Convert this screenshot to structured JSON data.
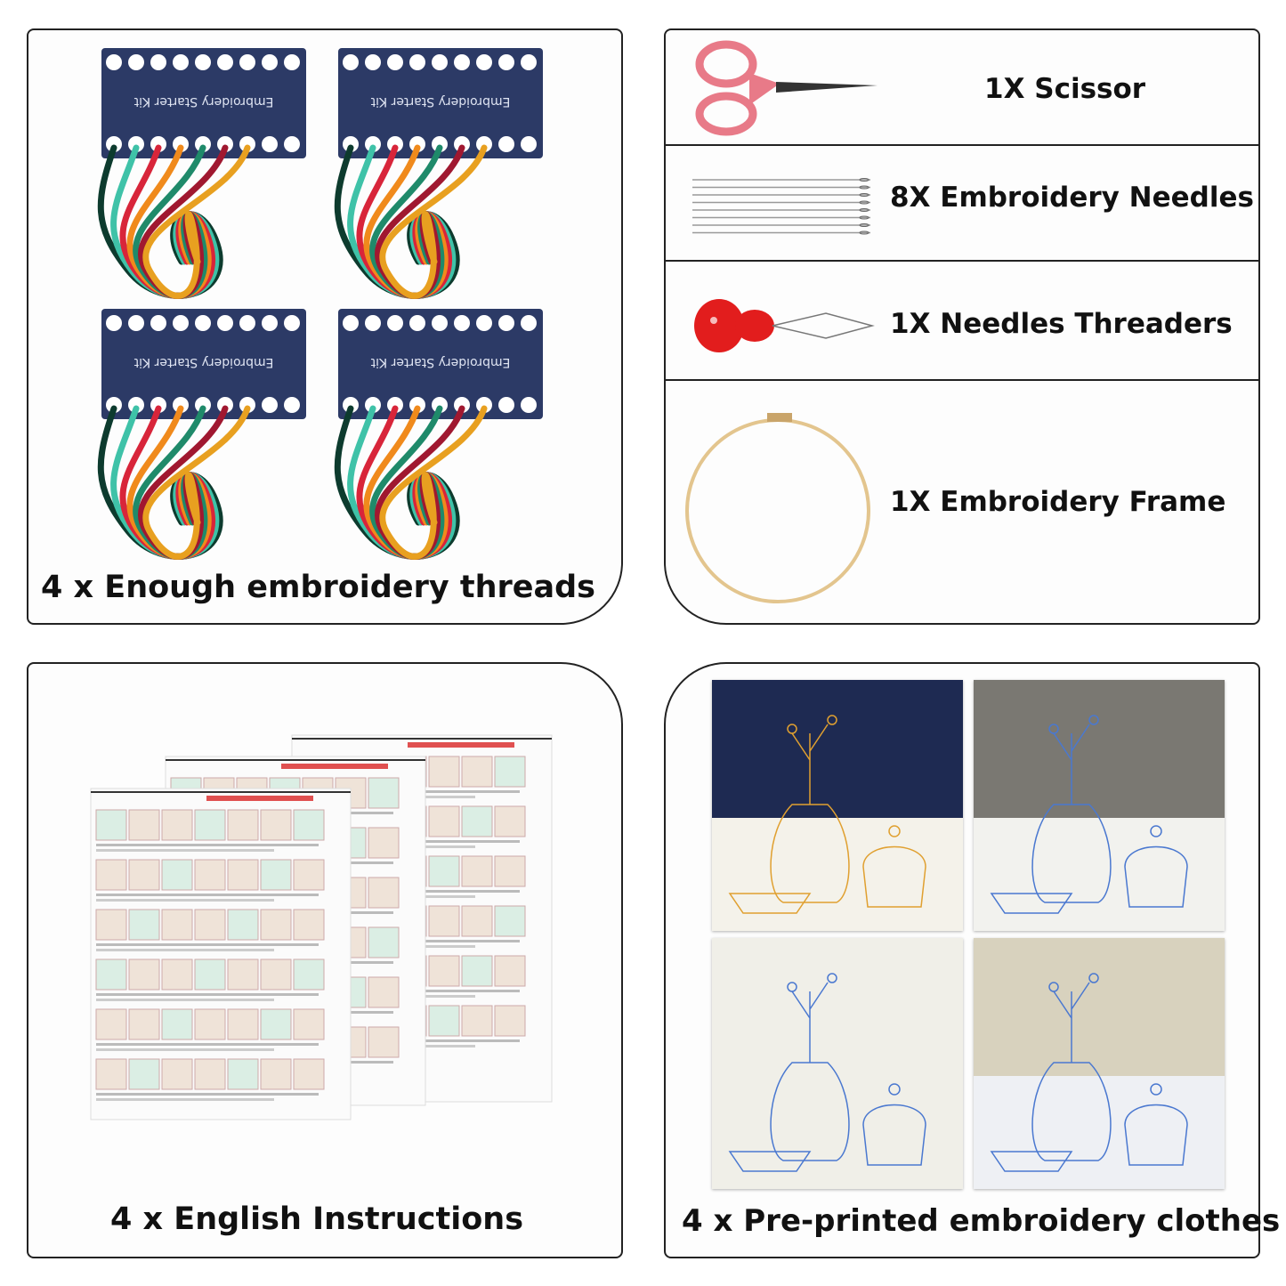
{
  "threads_panel": {
    "caption": "4 x Enough embroidery threads",
    "board_label": "Embroidery Starter Kit",
    "board_color": "#2c3a66",
    "thread_colors": [
      "#0d3b2e",
      "#3fc2a8",
      "#d8253a",
      "#f08a1c",
      "#1f8a6a",
      "#a01830",
      "#e8a020"
    ]
  },
  "tools_panel": {
    "items": [
      {
        "label": "1X Scissor",
        "icon": "scissor-icon"
      },
      {
        "label": "8X Embroidery Needles",
        "icon": "needles-icon"
      },
      {
        "label": "1X Needles Threaders",
        "icon": "threader-icon"
      },
      {
        "label": "1X Embroidery Frame",
        "icon": "hoop-icon"
      }
    ]
  },
  "instructions_panel": {
    "caption": "4 x English Instructions"
  },
  "fabrics_panel": {
    "caption": "4 x Pre-printed embroidery clothes",
    "fabrics": [
      {
        "top": "#1e2a52",
        "bottom": "#f4f2ea",
        "line": "#e0a030"
      },
      {
        "top": "#7a7872",
        "bottom": "#f2f2ee",
        "line": "#4a78d0"
      },
      {
        "top": "#f0efe8",
        "bottom": "#f0efe8",
        "line": "#4a78d0"
      },
      {
        "top": "#d8d2be",
        "bottom": "#eef0f4",
        "line": "#4a78d0"
      }
    ]
  }
}
